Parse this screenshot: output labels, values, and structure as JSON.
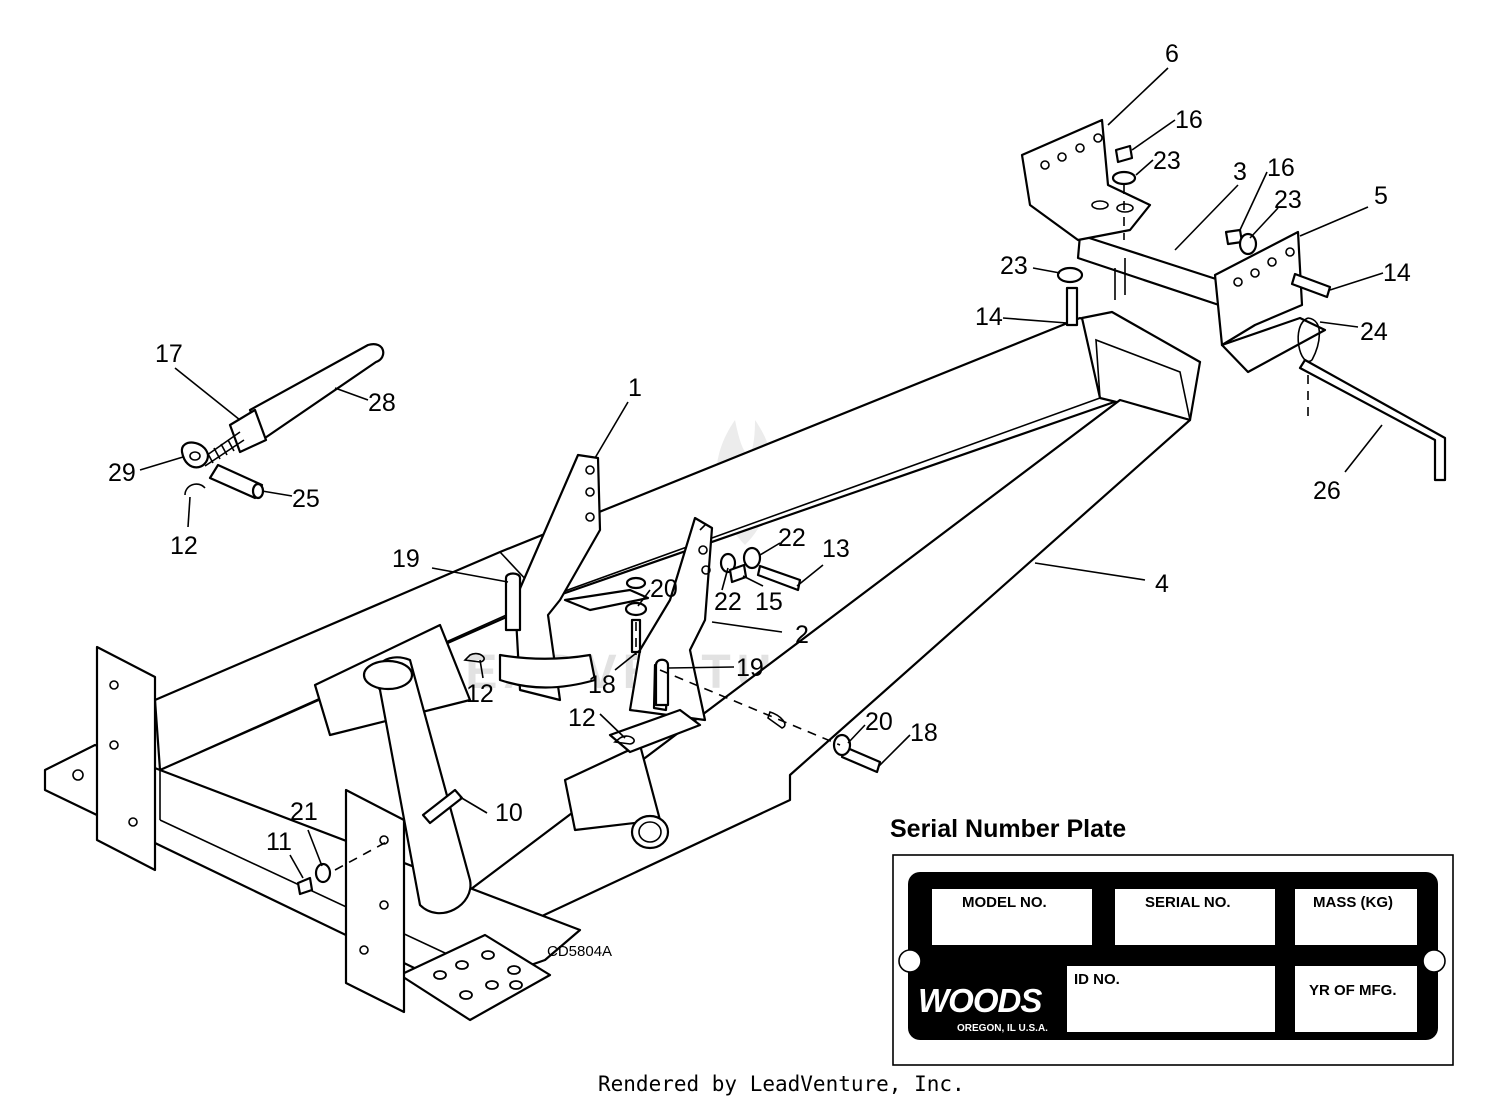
{
  "diagram_code": "CD5804A",
  "watermark": "LEADVENTURE",
  "credit": "Rendered by LeadVenture, Inc.",
  "callouts": {
    "c1": "1",
    "c2": "2",
    "c3": "3",
    "c4": "4",
    "c5": "5",
    "c6": "6",
    "c10": "10",
    "c11": "11",
    "c12a": "12",
    "c12b": "12",
    "c12c": "12",
    "c13": "13",
    "c14a": "14",
    "c14b": "14",
    "c15": "15",
    "c16a": "16",
    "c16b": "16",
    "c17": "17",
    "c18a": "18",
    "c18b": "18",
    "c19a": "19",
    "c19b": "19",
    "c20a": "20",
    "c20b": "20",
    "c21": "21",
    "c22a": "22",
    "c22b": "22",
    "c23a": "23",
    "c23b": "23",
    "c23c": "23",
    "c24": "24",
    "c25": "25",
    "c26": "26",
    "c28": "28",
    "c29": "29"
  },
  "serial_plate": {
    "title": "Serial Number Plate",
    "model_label": "MODEL NO.",
    "serial_label": "SERIAL NO.",
    "mass_label": "MASS (KG)",
    "id_label": "ID NO.",
    "year_label": "YR OF MFG.",
    "brand": "WOODS",
    "location": "OREGON, IL U.S.A."
  }
}
